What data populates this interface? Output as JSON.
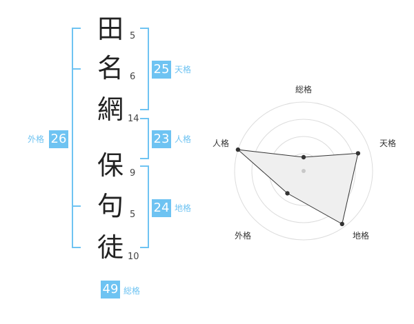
{
  "name": {
    "surname": [
      {
        "char": "田",
        "strokes": "5"
      },
      {
        "char": "名",
        "strokes": "6"
      },
      {
        "char": "網",
        "strokes": "14"
      }
    ],
    "given": [
      {
        "char": "保",
        "strokes": "9"
      },
      {
        "char": "句",
        "strokes": "5"
      },
      {
        "char": "徒",
        "strokes": "10"
      }
    ]
  },
  "fortunes": {
    "tenkaku": {
      "value": "25",
      "label": "天格"
    },
    "jinkaku": {
      "value": "23",
      "label": "人格"
    },
    "chikaku": {
      "value": "24",
      "label": "地格"
    },
    "gaikaku": {
      "value": "26",
      "label": "外格"
    },
    "soukaku": {
      "value": "49",
      "label": "総格"
    }
  },
  "colors": {
    "accent": "#6ec3f2",
    "radar_fill": "#efefef",
    "radar_line": "#333333"
  },
  "chart_data": {
    "type": "radar",
    "axes": [
      "総格",
      "天格",
      "地格",
      "外格",
      "人格"
    ],
    "values": [
      0.2,
      0.83,
      0.95,
      0.4,
      1.0
    ],
    "rings": 4
  }
}
